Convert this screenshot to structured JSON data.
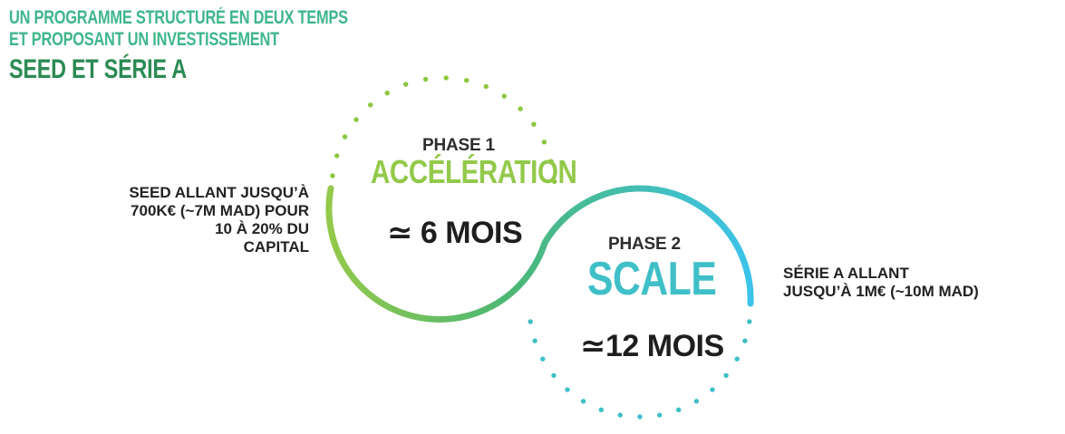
{
  "header": {
    "line1": "UN PROGRAMME STRUCTURÉ EN DEUX TEMPS",
    "line2": "ET PROPOSANT UN INVESTISSEMENT",
    "line3": "SEED ET SÉRIE A"
  },
  "left_note": [
    "SEED ALLANT JUSQU’À",
    "700K€ (~7M MAD) POUR",
    "10 À 20% DU",
    "CAPITAL"
  ],
  "right_note": [
    "SÉRIE A ALLANT",
    "JUSQU’À 1M€ (~10M MAD)"
  ],
  "phase1": {
    "label": "PHASE 1",
    "title": "ACCÉLÉRATION",
    "duration": "≃ 6 MOIS",
    "color": "#93c94a"
  },
  "phase2": {
    "label": "PHASE 2",
    "title": "SCALE",
    "duration": "≃12 MOIS",
    "color": "#3fbfc8"
  },
  "colors": {
    "header_light": "#3fb68b",
    "header_dark": "#2b8a54",
    "curve_start": "#93c94a",
    "curve_mid": "#4cb774",
    "curve_end": "#3bc3ea",
    "dots_phase1": "#8cc63f",
    "dots_phase2": "#3fbfc8"
  }
}
